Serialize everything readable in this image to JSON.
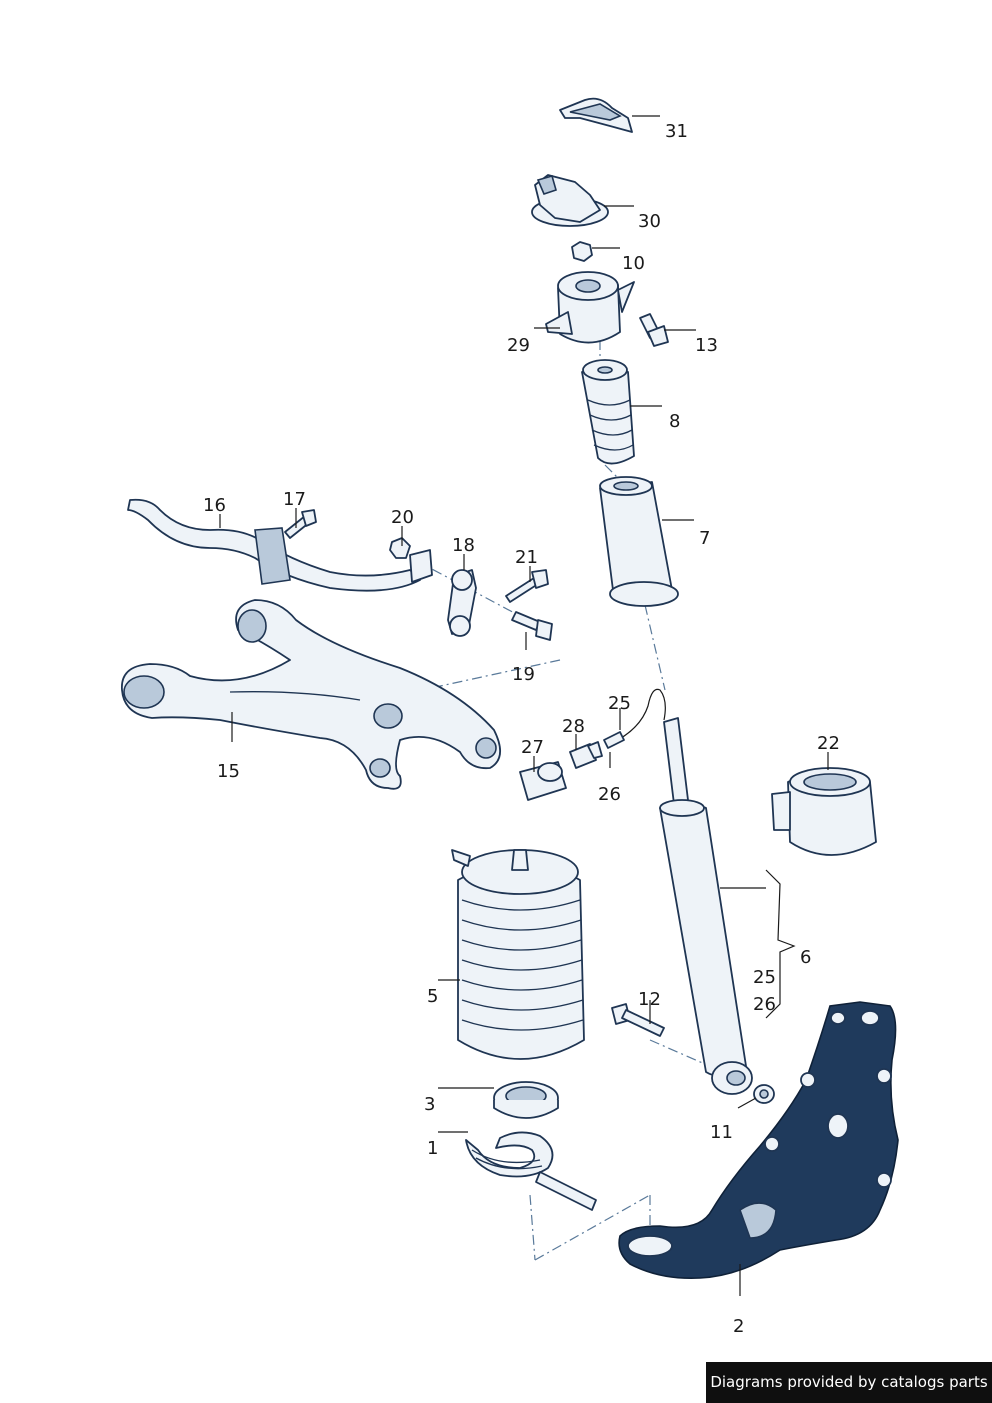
{
  "callouts": [
    "31",
    "30",
    "10",
    "13",
    "29",
    "8",
    "7",
    "16",
    "17",
    "20",
    "18",
    "21",
    "19",
    "15",
    "25",
    "28",
    "27",
    "26",
    "22",
    "6",
    "25",
    "26",
    "5",
    "12",
    "3",
    "11",
    "1",
    "2"
  ],
  "credit": "Diagrams provided by catalogs parts"
}
